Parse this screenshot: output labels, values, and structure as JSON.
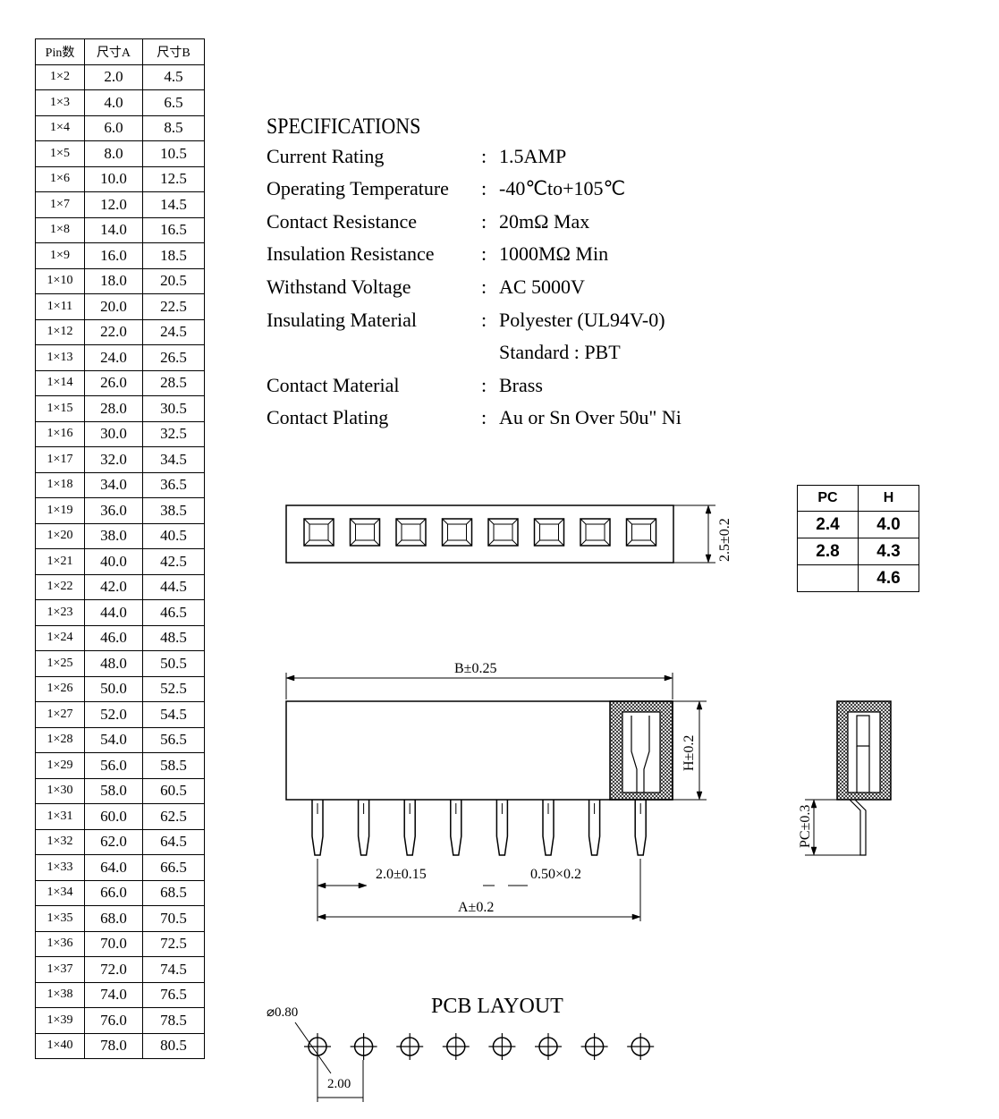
{
  "pin_table": {
    "headers": [
      "Pin数",
      "尺寸A",
      "尺寸B"
    ],
    "rows": [
      [
        "1×2",
        "2.0",
        "4.5"
      ],
      [
        "1×3",
        "4.0",
        "6.5"
      ],
      [
        "1×4",
        "6.0",
        "8.5"
      ],
      [
        "1×5",
        "8.0",
        "10.5"
      ],
      [
        "1×6",
        "10.0",
        "12.5"
      ],
      [
        "1×7",
        "12.0",
        "14.5"
      ],
      [
        "1×8",
        "14.0",
        "16.5"
      ],
      [
        "1×9",
        "16.0",
        "18.5"
      ],
      [
        "1×10",
        "18.0",
        "20.5"
      ],
      [
        "1×11",
        "20.0",
        "22.5"
      ],
      [
        "1×12",
        "22.0",
        "24.5"
      ],
      [
        "1×13",
        "24.0",
        "26.5"
      ],
      [
        "1×14",
        "26.0",
        "28.5"
      ],
      [
        "1×15",
        "28.0",
        "30.5"
      ],
      [
        "1×16",
        "30.0",
        "32.5"
      ],
      [
        "1×17",
        "32.0",
        "34.5"
      ],
      [
        "1×18",
        "34.0",
        "36.5"
      ],
      [
        "1×19",
        "36.0",
        "38.5"
      ],
      [
        "1×20",
        "38.0",
        "40.5"
      ],
      [
        "1×21",
        "40.0",
        "42.5"
      ],
      [
        "1×22",
        "42.0",
        "44.5"
      ],
      [
        "1×23",
        "44.0",
        "46.5"
      ],
      [
        "1×24",
        "46.0",
        "48.5"
      ],
      [
        "1×25",
        "48.0",
        "50.5"
      ],
      [
        "1×26",
        "50.0",
        "52.5"
      ],
      [
        "1×27",
        "52.0",
        "54.5"
      ],
      [
        "1×28",
        "54.0",
        "56.5"
      ],
      [
        "1×29",
        "56.0",
        "58.5"
      ],
      [
        "1×30",
        "58.0",
        "60.5"
      ],
      [
        "1×31",
        "60.0",
        "62.5"
      ],
      [
        "1×32",
        "62.0",
        "64.5"
      ],
      [
        "1×33",
        "64.0",
        "66.5"
      ],
      [
        "1×34",
        "66.0",
        "68.5"
      ],
      [
        "1×35",
        "68.0",
        "70.5"
      ],
      [
        "1×36",
        "70.0",
        "72.5"
      ],
      [
        "1×37",
        "72.0",
        "74.5"
      ],
      [
        "1×38",
        "74.0",
        "76.5"
      ],
      [
        "1×39",
        "76.0",
        "78.5"
      ],
      [
        "1×40",
        "78.0",
        "80.5"
      ]
    ]
  },
  "specs": {
    "title": "SPECIFICATIONS",
    "rows": [
      {
        "key": "Current Rating",
        "sep": ":",
        "value": "1.5AMP"
      },
      {
        "key": "Operating Temperature",
        "sep": ":",
        "value": "-40℃to+105℃"
      },
      {
        "key": "Contact Resistance",
        "sep": ":",
        "value": "20mΩ  Max"
      },
      {
        "key": "Insulation Resistance",
        "sep": ":",
        "value": "1000MΩ  Min"
      },
      {
        "key": "Withstand Voltage",
        "sep": ":",
        "value": "AC 5000V"
      },
      {
        "key": "Insulating Material",
        "sep": ":",
        "value": "Polyester (UL94V-0)"
      },
      {
        "key": "",
        "sep": "",
        "value": "Standard : PBT"
      },
      {
        "key": "Contact Material",
        "sep": ":",
        "value": "Brass"
      },
      {
        "key": "Contact Plating",
        "sep": ":",
        "value": "Au or Sn Over 50u\" Ni"
      }
    ]
  },
  "pc_h_table": {
    "headers": [
      "PC",
      "H"
    ],
    "rows": [
      [
        "2.4",
        "4.0"
      ],
      [
        "2.8",
        "4.3"
      ],
      [
        "",
        "4.6"
      ]
    ]
  },
  "dimensions": {
    "top_height": "2.5±0.2",
    "b_width": "B±0.25",
    "h_height": "H±0.2",
    "pitch": "2.0±0.15",
    "pin_size": "0.50×0.2",
    "a_width": "A±0.2",
    "pc": "PC±0.3"
  },
  "pcb": {
    "title": "PCB LAYOUT",
    "hole_dia": "⌀0.80",
    "pitch": "2.00"
  }
}
